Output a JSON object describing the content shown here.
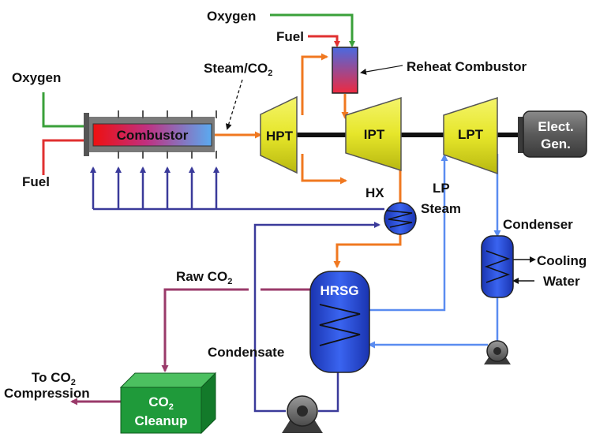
{
  "labels": {
    "oxygen_top": "Oxygen",
    "fuel_top": "Fuel",
    "reheat_combustor": "Reheat Combustor",
    "oxygen_left": "Oxygen",
    "fuel_left": "Fuel",
    "steam_co2_base": "Steam/CO",
    "steam_co2_sub": "2",
    "combustor": "Combustor",
    "hpt": "HPT",
    "ipt": "IPT",
    "lpt": "LPT",
    "gen_line1": "Elect.",
    "gen_line2": "Gen.",
    "hx": "HX",
    "lp_steam_line1": "LP",
    "lp_steam_line2": "Steam",
    "condenser": "Condenser",
    "cooling_line1": "Cooling",
    "cooling_line2": "Water",
    "raw_co2_base": "Raw CO",
    "raw_co2_sub": "2",
    "hrsg": "HRSG",
    "condensate": "Condensate",
    "to_co2_line1_base": "To CO",
    "to_co2_line1_sub": "2",
    "to_co2_line2": "Compression",
    "cleanup_line1_base": "CO",
    "cleanup_line1_sub": "2",
    "cleanup_line2": "Cleanup"
  },
  "colors": {
    "oxygen": "#3aa03a",
    "fuel": "#e03030",
    "steam": "#f07820",
    "water": "#5a8cf0",
    "return": "#3a3a9a",
    "raw_co2": "#9a3a6a",
    "turbine": "#e6e62a",
    "vessel": "#2a4ad0",
    "cleanup": "#1f9a3a"
  }
}
